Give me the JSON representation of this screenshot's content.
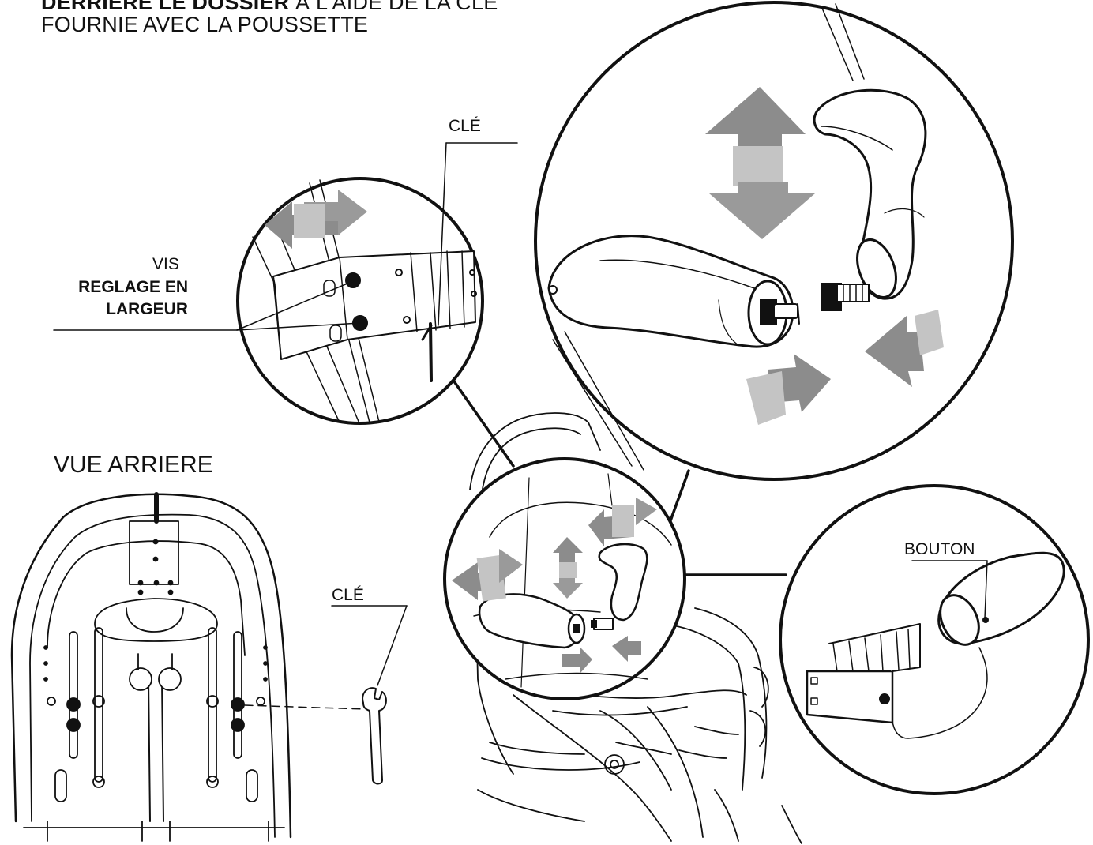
{
  "header": {
    "line1_bold": "DERRIÈRE LE DOSSIER",
    "line1_rest": " À L'AIDE DE LA CLÉ",
    "line2": "FOURNIE AVEC LA POUSSETTE"
  },
  "labels": {
    "cle_top": "CLÉ",
    "vis": "VIS",
    "reglage_1": "REGLAGE EN",
    "reglage_2": "LARGEUR",
    "vue_arriere": "VUE ARRIERE",
    "cle_bottom": "CLÉ",
    "bouton": "BOUTON"
  },
  "icons": {
    "arrow": "double-arrow-icon",
    "wrench": "wrench-icon"
  },
  "colors": {
    "line": "#111111",
    "arrow_dark": "#8c8c8c",
    "arrow_light": "#c4c4c4",
    "background": "#ffffff"
  }
}
